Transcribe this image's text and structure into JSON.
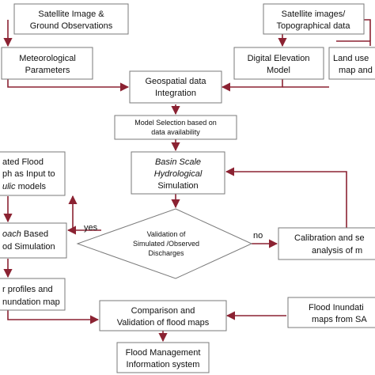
{
  "colors": {
    "box_border": "#7a7a7a",
    "arrow": "#8b2232",
    "text": "#111111",
    "background": "#ffffff"
  },
  "boxes": {
    "satellite_ground": {
      "line1": "Satellite Image &",
      "line2": "Ground Observations"
    },
    "satellite_topo": {
      "line1": "Satellite images/",
      "line2": "Topographical data"
    },
    "meteorological": {
      "line1": "Meteorological",
      "line2": "Parameters"
    },
    "dem": {
      "line1": "Digital Elevation",
      "line2": "Model"
    },
    "land_use": {
      "line1": "Land use",
      "line2": "map and"
    },
    "geospatial": {
      "line1": "Geospatial data",
      "line2": "Integration"
    },
    "model_selection": {
      "line1": "Model Selection based  on",
      "line2": "data availability"
    },
    "basin_scale": {
      "line1": "Basin Scale",
      "line2": "Hydrological",
      "line3": "Simulation"
    },
    "simulated_flood": {
      "line1": "ated Flood",
      "line2": "ph as Input to",
      "line3_italic": "ulic",
      "line3_rest": " models"
    },
    "approach_based": {
      "line1_italic": "oach",
      "line1_rest": " Based",
      "line2": "od Simulation"
    },
    "validation": {
      "line1": "Validation of",
      "line2": "Simulated /Observed",
      "line3": "Discharges"
    },
    "calibration": {
      "line1": "Calibration and se",
      "line2": "analysis of m"
    },
    "profiles": {
      "line1": "r profiles and",
      "line2": "nundation map"
    },
    "comparison": {
      "line1": "Comparison and",
      "line2": "Validation of flood maps"
    },
    "sar_maps": {
      "line1": "Flood Inundati",
      "line2": "maps from SA"
    },
    "flood_management": {
      "line1": "Flood Management",
      "line2": "Information system"
    }
  },
  "labels": {
    "yes": "yes",
    "no": "no"
  }
}
